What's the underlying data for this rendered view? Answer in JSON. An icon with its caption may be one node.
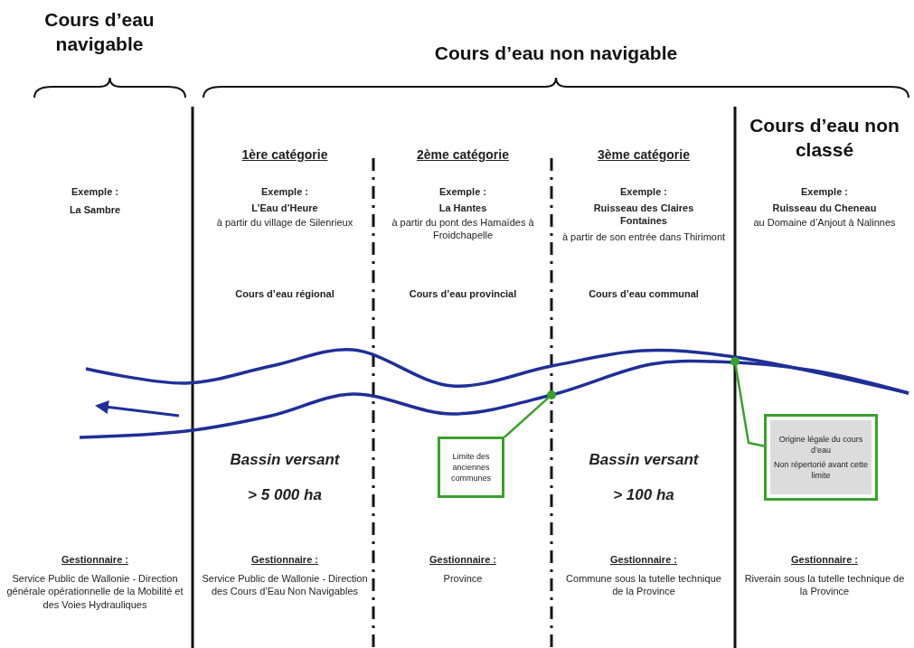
{
  "diagram": {
    "nodes": [
      {
        "text": [
          "Limite des anciennes communes"
        ]
      },
      {
        "text": [],
        "shape": "circle"
      },
      {
        "text": [
          "Origine légale du cours d’eau",
          "Non répertorié avant cette limite"
        ]
      },
      {
        "text": [],
        "shape": "circle"
      }
    ],
    "edges": [
      {
        "from": 0,
        "to": 1,
        "arrow": "none"
      },
      {
        "from": 2,
        "to": 3,
        "arrow": "none"
      }
    ],
    "labels": [
      "Cours d’eau navigable",
      "Cours d’eau non navigable",
      "Cours d’eau non classé",
      "1ère catégorie",
      "2ème catégorie",
      "3ème catégorie",
      "Exemple :",
      "La Sambre",
      "Exemple :",
      "L’Eau d’Heure",
      "à partir du village de Silenrieux",
      "Exemple :",
      "La Hantes",
      "à partir du pont des Hamaïdes à Froidchapelle",
      "Exemple :",
      "Ruisseau des Claires Fontaines",
      "à partir de son entrée dans Thirimont",
      "Exemple :",
      "Ruisseau du Cheneau",
      "au Domaine d’Anjout à Nalinnes",
      "Cours d’eau régional",
      "Cours d’eau provincial",
      "Cours d’eau communal",
      "Bassin versant",
      "> 5 000 ha",
      "Bassin versant",
      "> 100 ha",
      "Gestionnaire :",
      "Service Public de Wallonie - Direction générale opérationnelle de la Mobilité et des Voies Hydrauliques",
      "Gestionnaire :",
      "Service Public de Wallonie - Direction des Cours d’Eau Non Navigables",
      "Gestionnaire :",
      "Province",
      "Gestionnaire :",
      "Commune sous la tutelle technique de la Province",
      "Gestionnaire :",
      "Riverain sous la tutelle technique de la Province"
    ]
  }
}
